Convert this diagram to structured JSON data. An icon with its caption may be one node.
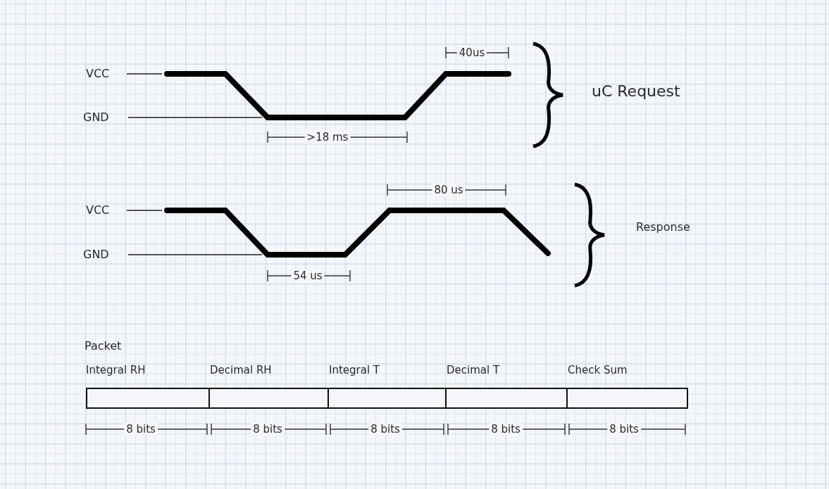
{
  "diagram": {
    "nodes": [
      {
        "text": [
          "Integral RH"
        ]
      },
      {
        "text": [
          "Decimal RH"
        ]
      },
      {
        "text": [
          "Integral T"
        ]
      },
      {
        "text": [
          "Decimal T"
        ]
      },
      {
        "text": [
          "Check Sum"
        ]
      }
    ],
    "labels": [
      "40us",
      "VCC",
      "uC Request",
      "GND",
      ">18 ms",
      "80 us",
      "VCC",
      "Response",
      "GND",
      "54 us",
      "Packet",
      "8 bits",
      "8 bits",
      "8 bits",
      "8 bits",
      "8 bits"
    ]
  }
}
